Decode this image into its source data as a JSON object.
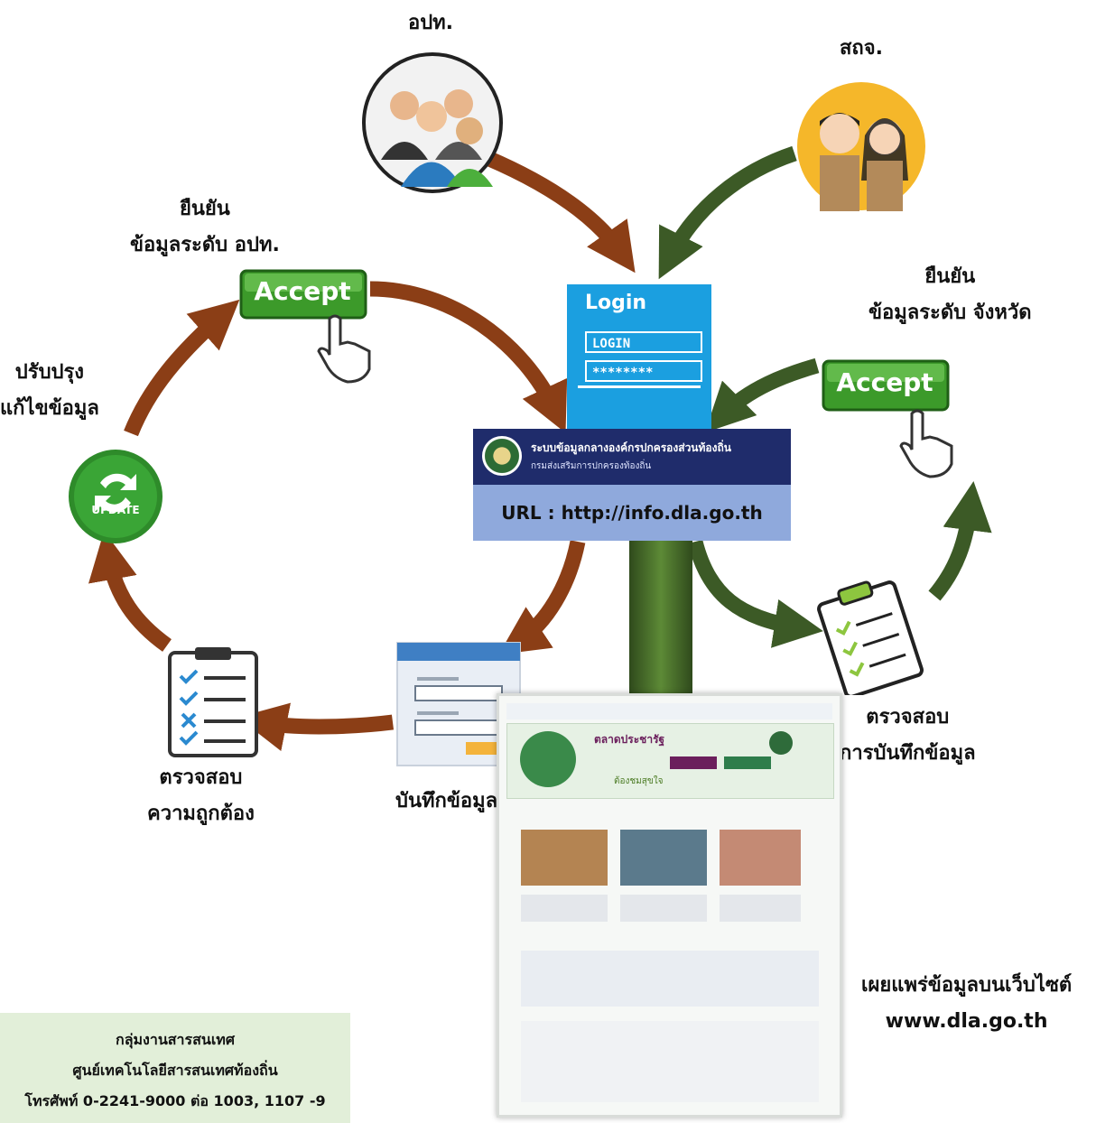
{
  "labels": {
    "opt": "อปท.",
    "sadj": "สถจ.",
    "confirm_local_1": "ยืนยัน",
    "confirm_local_2": "ข้อมูลระดับ อปท.",
    "improve_1": "ปรับปรุง",
    "improve_2": "แก้ไขข้อมูล",
    "confirm_prov_1": "ยืนยัน",
    "confirm_prov_2": "ข้อมูลระดับ จังหวัด",
    "check_correct_1": "ตรวจสอบ",
    "check_correct_2": "ความถูกต้อง",
    "record": "บันทึกข้อมูล",
    "check_record_1": "ตรวจสอบ",
    "check_record_2": "การบันทึกข้อมูล",
    "publish_1": "เผยแพร่ข้อมูลบนเว็บไซต์",
    "publish_2": "www.dla.go.th"
  },
  "login": {
    "title": "Login",
    "field_user": "LOGIN",
    "field_pass": "********"
  },
  "system": {
    "banner_title": "ระบบข้อมูลกลางองค์กรปกครองส่วนท้องถิ่น",
    "banner_sub": "กรมส่งเสริมการปกครองท้องถิ่น",
    "url": "URL : http://info.dla.go.th"
  },
  "buttons": {
    "accept_left": "Accept",
    "accept_right": "Accept",
    "update": "UPDATE"
  },
  "website": {
    "banner_text": "ตลาดประชารัฐ",
    "banner_sub": "ต้องชมสุขใจ"
  },
  "contact": {
    "line1": "กลุ่มงานสารสนเทศ",
    "line2": "ศูนย์เทคโนโลยีสารสนเทศท้องถิ่น",
    "line3": "โทรศัพท์ 0-2241-9000 ต่อ 1003, 1107 -9"
  },
  "colors": {
    "brown": "#8b3e16",
    "green": "#3c5a26",
    "login_blue": "#1b9fe0",
    "banner_navy": "#1f2c6b",
    "url_blue": "#8fa9dc",
    "contact_bg": "#e2efd9"
  }
}
